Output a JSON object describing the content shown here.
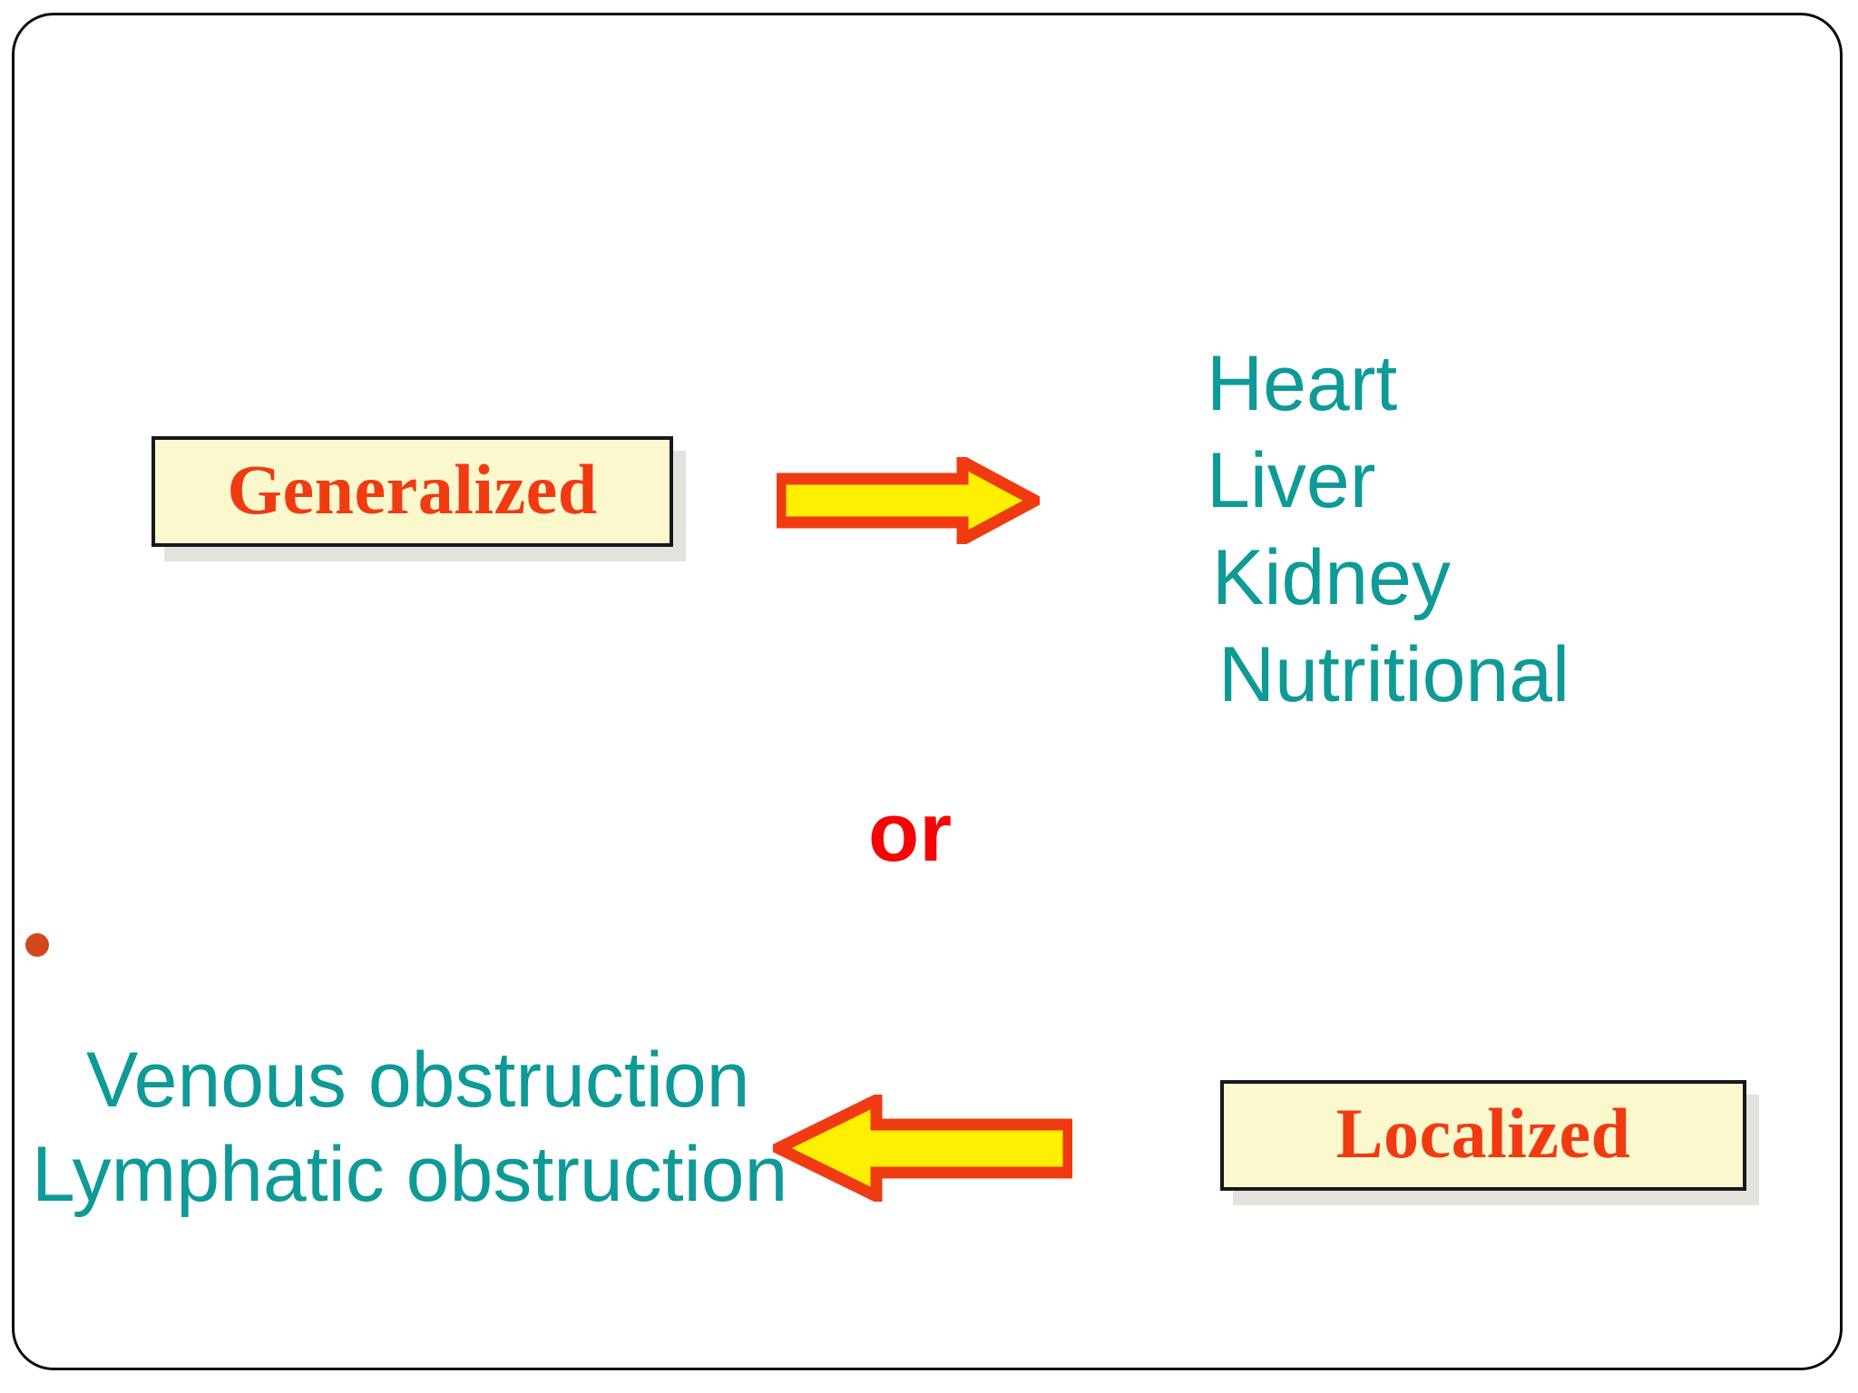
{
  "slide": {
    "type": "presentation-slide",
    "background": "#ffffff",
    "frame_border_color": "#0c0c0c"
  },
  "colors": {
    "teal_text": "#0e9a96",
    "box_fill": "#fbf8cd",
    "box_border": "#17171f",
    "box_text": "#f03b12",
    "or_text": "#f50505",
    "arrow_fill": "#ffef00",
    "arrow_outline": "#f03b12",
    "bullet": "#d1491b"
  },
  "boxes": {
    "generalized": {
      "label": "Generalized"
    },
    "localized": {
      "label": "Localized"
    }
  },
  "connector": {
    "or_label": "or",
    "arrow_right_name": "right-arrow-icon",
    "arrow_left_name": "left-arrow-icon"
  },
  "generalized_causes": [
    {
      "label": "Heart"
    },
    {
      "label": "Liver"
    },
    {
      "label": "Kidney"
    },
    {
      "label": "Nutritional"
    }
  ],
  "localized_causes": [
    {
      "label": "Venous obstruction"
    },
    {
      "label": "Lymphatic obstruction"
    }
  ],
  "bullet": {
    "name": "bullet-dot"
  }
}
